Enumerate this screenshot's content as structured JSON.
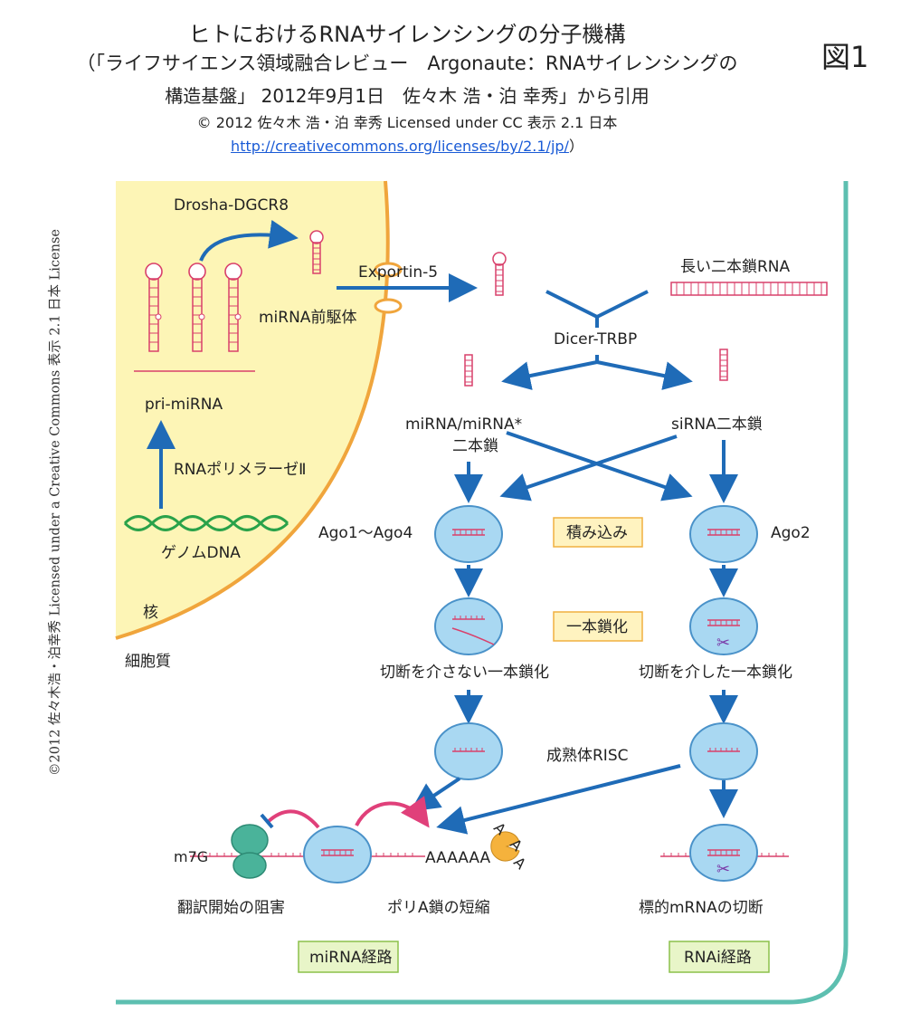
{
  "header": {
    "title": "ヒトにおけるRNAサイレンシングの分子機構",
    "citation_line1": "（「ライフサイエンス領域融合レビュー　Argonaute：RNAサイレンシングの",
    "citation_line2": "構造基盤」 2012年9月1日　佐々木 浩・泊 幸秀」から引用",
    "license_line": "© 2012 佐々木 浩・泊 幸秀 Licensed under CC 表示 2.1 日本",
    "license_url": "http://creativecommons.org/licenses/by/2.1/jp/",
    "license_close": "）",
    "figure_number": "図1"
  },
  "side_credit": "©2012 佐々木浩・泊幸秀 Licensed under a Creative Commons 表示 2.1 日本 License",
  "diagram": {
    "nucleus_label": "核",
    "cytoplasm_label": "細胞質",
    "genome_dna": "ゲノムDNA",
    "rna_pol2": "RNAポリメラーゼⅡ",
    "pri_mirna": "pri-miRNA",
    "drosha": "Drosha-DGCR8",
    "pre_mirna": "miRNA前駆体",
    "exportin": "Exportin-5",
    "long_dsrna": "長い二本鎖RNA",
    "dicer": "Dicer-TRBP",
    "mirna_duplex_1": "miRNA/miRNA*",
    "mirna_duplex_2": "二本鎖",
    "sirna_duplex": "siRNA二本鎖",
    "ago14": "Ago1～Ago4",
    "ago2": "Ago2",
    "loading": "積み込み",
    "single_strand": "一本鎖化",
    "no_cleave": "切断を介さない一本鎖化",
    "cleave": "切断を介した一本鎖化",
    "mature_risc": "成熟体RISC",
    "m7g": "m7G",
    "polya": "AAAAAA",
    "polya_a": "A",
    "translation_block": "翻訳開始の阻害",
    "polya_short": "ポリA鎖の短縮",
    "target_cleave": "標的mRNAの切断",
    "mirna_path": "miRNA経路",
    "rnai_path": "RNAi経路"
  },
  "colors": {
    "nucleus_fill": "#fdf5b6",
    "membrane": "#f0a53c",
    "arrow": "#1f6bb7",
    "rna": "#d9406b",
    "dna": "#2aa24a",
    "ago_fill": "#a9d8f2",
    "ago_edge": "#4a92c9",
    "step_box": "#fff3c0",
    "path_box": "#e8f5c8",
    "frame": "#5dbfb0"
  }
}
